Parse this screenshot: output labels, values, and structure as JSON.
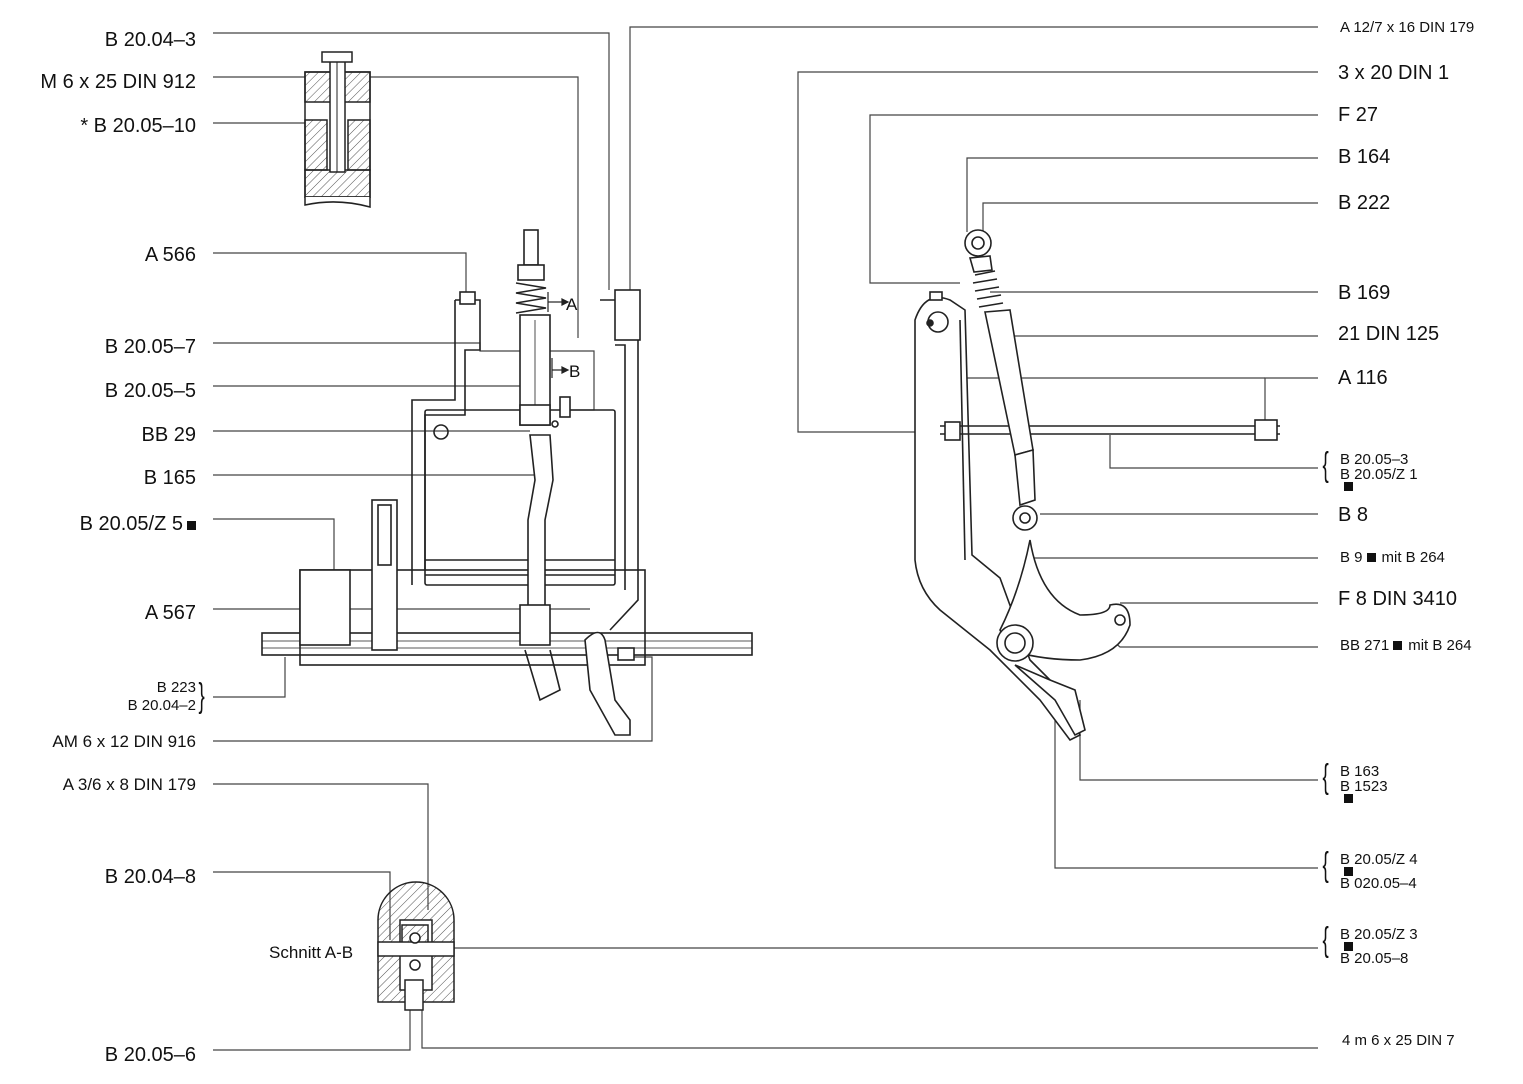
{
  "labels_left": {
    "b2004_3": "B 20.04–3",
    "m6x25_din912": "M 6 x 25 DIN 912",
    "b2005_10": "* B 20.05–10",
    "a566": "A 566",
    "b2005_7": "B 20.05–7",
    "b2005_5": "B 20.05–5",
    "bb29": "BB 29",
    "b165": "B 165",
    "b2005z5": "B 20.05/Z 5",
    "a567": "A 567",
    "b223": "B 223",
    "b2004_2": "B 20.04–2",
    "am6x12": "AM 6 x 12 DIN 916",
    "a3_6x8": "A 3/6 x 8 DIN 179",
    "b2004_8": "B 20.04–8",
    "schnitt": "Schnitt A-B",
    "b2005_6": "B 20.05–6"
  },
  "labels_right": {
    "a12_7x16": "A 12/7 x 16 DIN 179",
    "din1": "3 x 20  DIN 1",
    "f27": "F 27",
    "b164": "B 164",
    "b222": "B 222",
    "b169": "B 169",
    "din125": "21  DIN 125",
    "a116": "A 116",
    "b2005_3": "B 20.05–3",
    "b2005z1": "B 20.05/Z 1",
    "b8": "B 8",
    "b9": "B 9",
    "b9_mit": "mit  B 264",
    "f8": "F 8  DIN 3410",
    "bb271": "BB 271",
    "bb271_mit": "mit  B 264",
    "b163": "B 163",
    "b1523": "B 1523",
    "b2005z4": "B 20.05/Z 4",
    "b020054": "B 020.05–4",
    "b2005z3": "B 20.05/Z 3",
    "b2005_8": "B 20.05–8",
    "din7": "4 m 6 x 25  DIN  7"
  },
  "markers": {
    "sec_a": "A",
    "sec_b": "B"
  },
  "colors": {
    "line": "#333333",
    "ink": "#111111",
    "hatch": "#555555"
  }
}
